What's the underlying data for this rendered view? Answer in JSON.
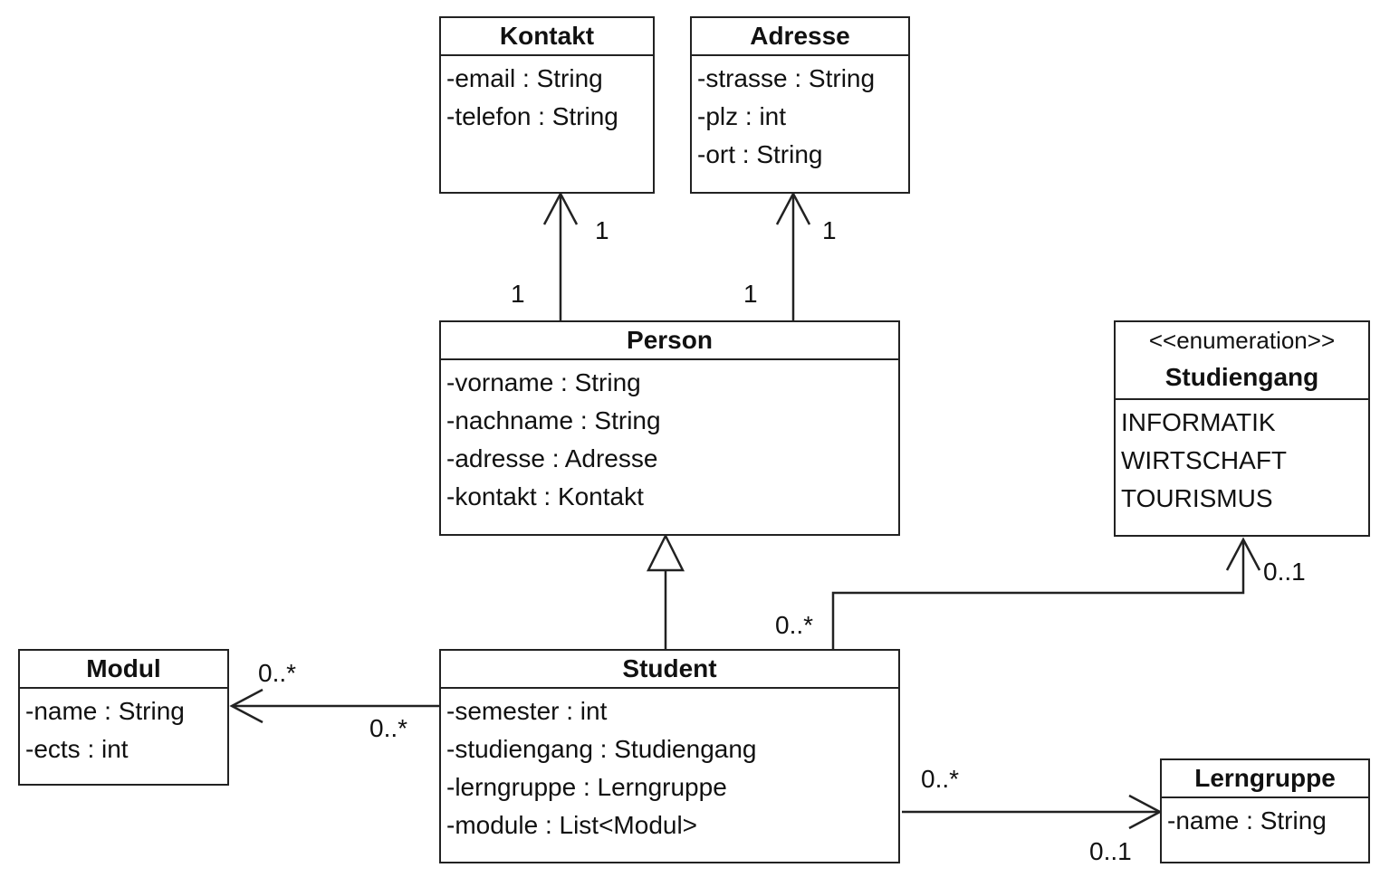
{
  "classes": {
    "kontakt": {
      "name": "Kontakt",
      "attributes": [
        "-email : String",
        "-telefon : String"
      ]
    },
    "adresse": {
      "name": "Adresse",
      "attributes": [
        "-strasse : String",
        "-plz : int",
        "-ort : String"
      ]
    },
    "person": {
      "name": "Person",
      "attributes": [
        "-vorname : String",
        "-nachname : String",
        "-adresse : Adresse",
        "-kontakt : Kontakt"
      ]
    },
    "studiengang": {
      "stereotype": "<<enumeration>>",
      "name": "Studiengang",
      "literals": [
        "INFORMATIK",
        "WIRTSCHAFT",
        "TOURISMUS"
      ]
    },
    "modul": {
      "name": "Modul",
      "attributes": [
        "-name : String",
        "-ects : int"
      ]
    },
    "student": {
      "name": "Student",
      "attributes": [
        "-semester : int",
        "-studiengang : Studiengang",
        "-lerngruppe : Lerngruppe",
        "-module : List<Modul>"
      ]
    },
    "lerngruppe": {
      "name": "Lerngruppe",
      "attributes": [
        "-name : String"
      ]
    }
  },
  "multiplicities": {
    "person_kontakt_source": "1",
    "person_kontakt_target": "1",
    "person_adresse_source": "1",
    "person_adresse_target": "1",
    "student_studiengang_source": "0..*",
    "student_studiengang_target": "0..1",
    "student_modul_source": "0..*",
    "student_modul_target": "0..*",
    "student_lerngruppe_source": "0..*",
    "student_lerngruppe_target": "0..1"
  },
  "colors": {
    "line": "#222222",
    "text": "#111111",
    "background": "#ffffff"
  }
}
